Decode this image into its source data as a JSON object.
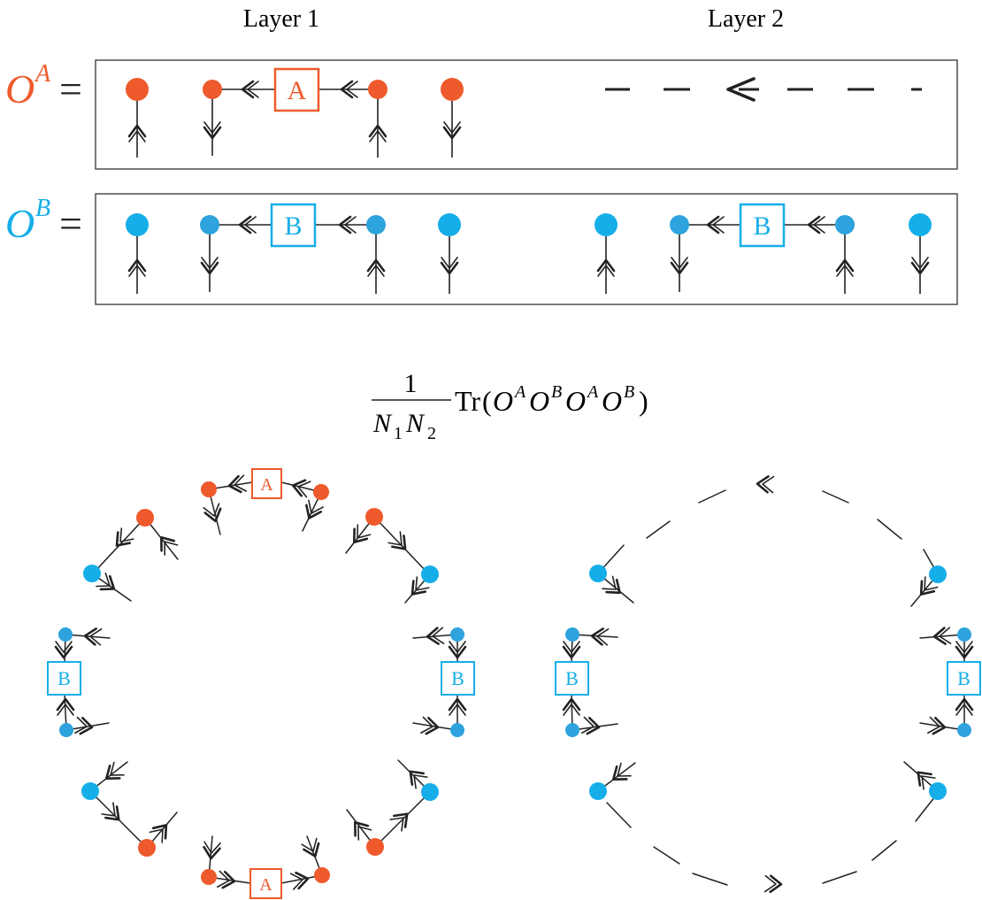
{
  "headers": {
    "layer1": "Layer 1",
    "layer2": "Layer 2"
  },
  "operators": {
    "A": {
      "symbol": "O",
      "superscript": "A",
      "equals": "=",
      "box_label": "A"
    },
    "B": {
      "symbol": "O",
      "superscript": "B",
      "equals": "=",
      "box_label": "B"
    }
  },
  "trace_formula": {
    "numerator": "1",
    "denominator": {
      "n1": "N",
      "n1_sub": "1",
      "n2": "N",
      "n2_sub": "2"
    },
    "operator": "Tr",
    "open": "(",
    "terms": [
      {
        "base": "O",
        "sup": "A"
      },
      {
        "base": "O",
        "sup": "B"
      },
      {
        "base": "O",
        "sup": "A"
      },
      {
        "base": "O",
        "sup": "B"
      }
    ],
    "close": ")"
  },
  "ring_labels": {
    "A": "A",
    "B": "B"
  },
  "colors": {
    "A": "#ee5a2c",
    "B": "#16aee8",
    "line": "#222222",
    "frame": "#333333"
  }
}
